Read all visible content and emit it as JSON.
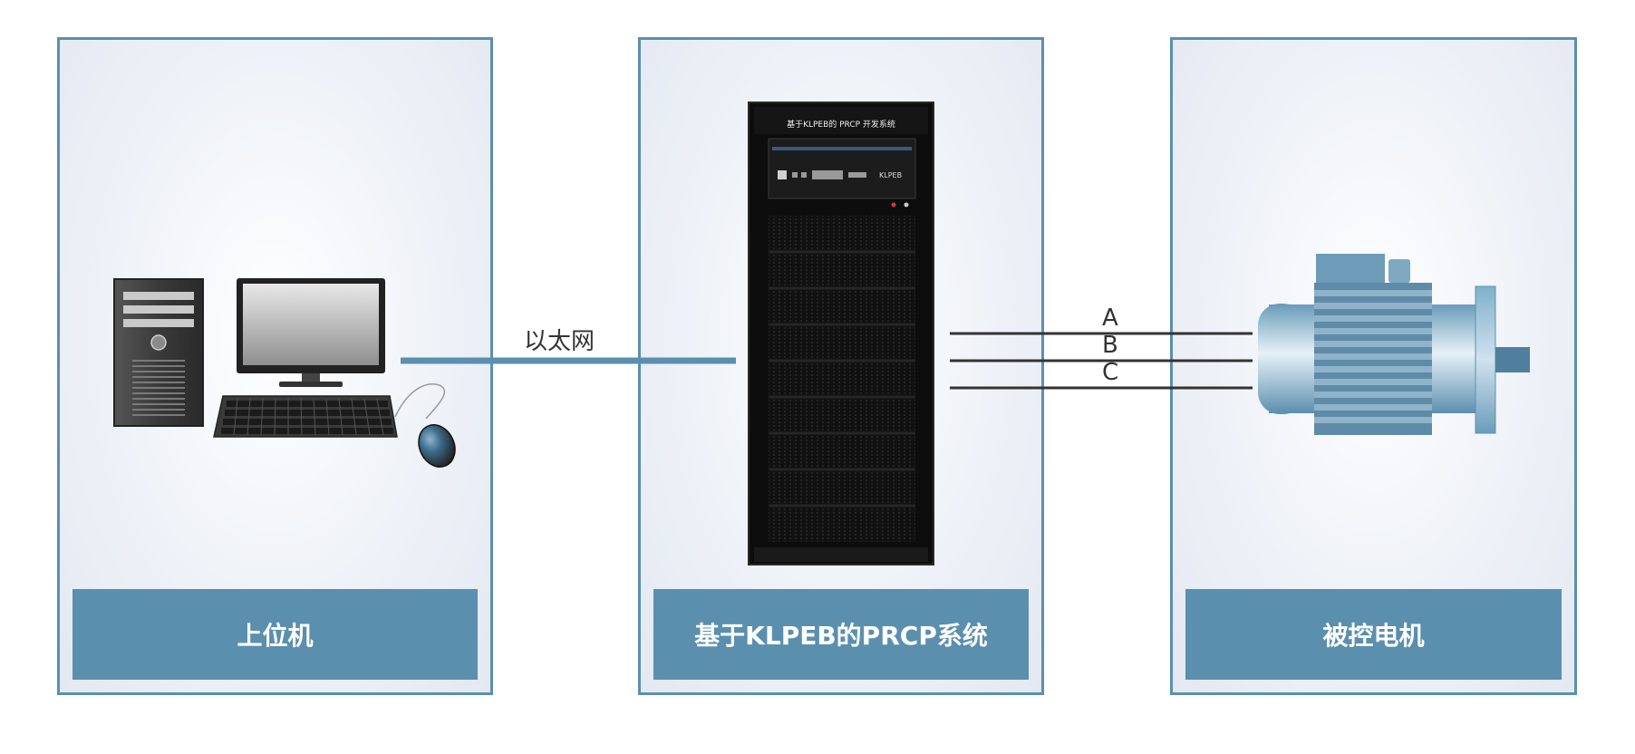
{
  "panels": {
    "host": {
      "label": "上位机"
    },
    "system": {
      "label": "基于KLPEB的PRCP系统",
      "rack_title": "基于KLPEB的 PRCP 开发系统",
      "rack_unit_brand": "KLPEB"
    },
    "motor": {
      "label": "被控电机"
    }
  },
  "connections": {
    "ethernet_label": "以太网",
    "phases": [
      "A",
      "B",
      "C"
    ]
  },
  "colors": {
    "accent": "#5b8fae",
    "wire": "#333333",
    "panel_border": "#5b8fae"
  }
}
